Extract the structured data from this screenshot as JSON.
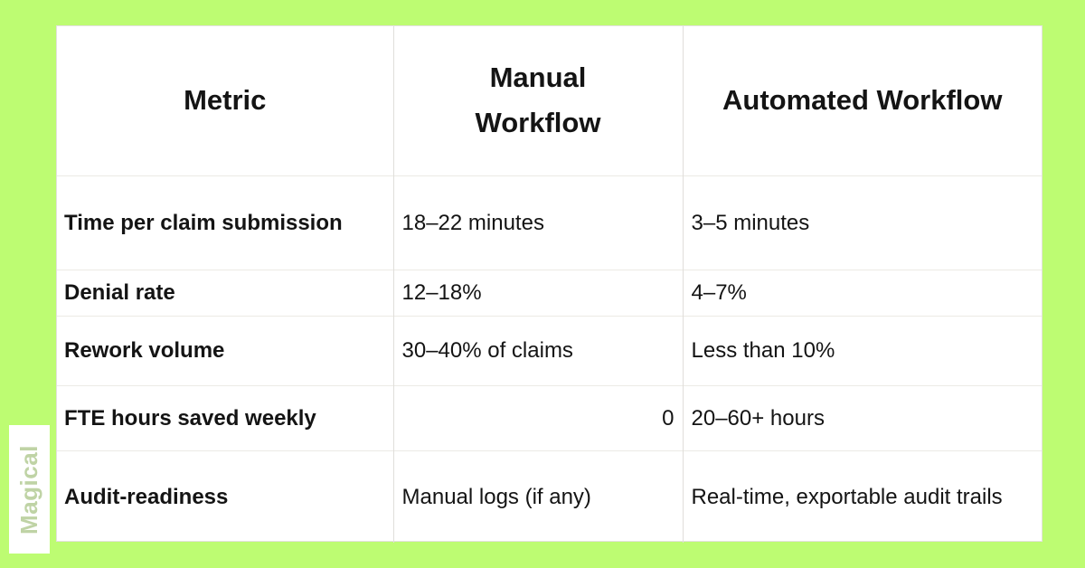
{
  "chart_data": {
    "type": "table",
    "columns": [
      "Metric",
      "Manual Workflow",
      "Automated Workflow"
    ],
    "rows": [
      [
        "Time per claim submission",
        "18–22 minutes",
        "3–5 minutes"
      ],
      [
        "Denial rate",
        "12–18%",
        "4–7%"
      ],
      [
        "Rework volume",
        "30–40% of claims",
        "Less than 10%"
      ],
      [
        "FTE hours saved weekly",
        "0",
        "20–60+ hours"
      ],
      [
        "Audit-readiness",
        "Manual logs (if any)",
        "Real-time, exportable audit trails"
      ]
    ],
    "layout_hints": {
      "header_row": true,
      "metric_column_bold": true,
      "fte_manual_value_alignment": "right",
      "grid": "light-gray lines between all cells"
    }
  },
  "watermark": {
    "text": "Magical"
  },
  "colors": {
    "background": "#bdfc72",
    "table_background": "#ffffff",
    "text": "#141414",
    "grid_line": "#e0deda",
    "watermark_text": "#b9cf9c"
  }
}
